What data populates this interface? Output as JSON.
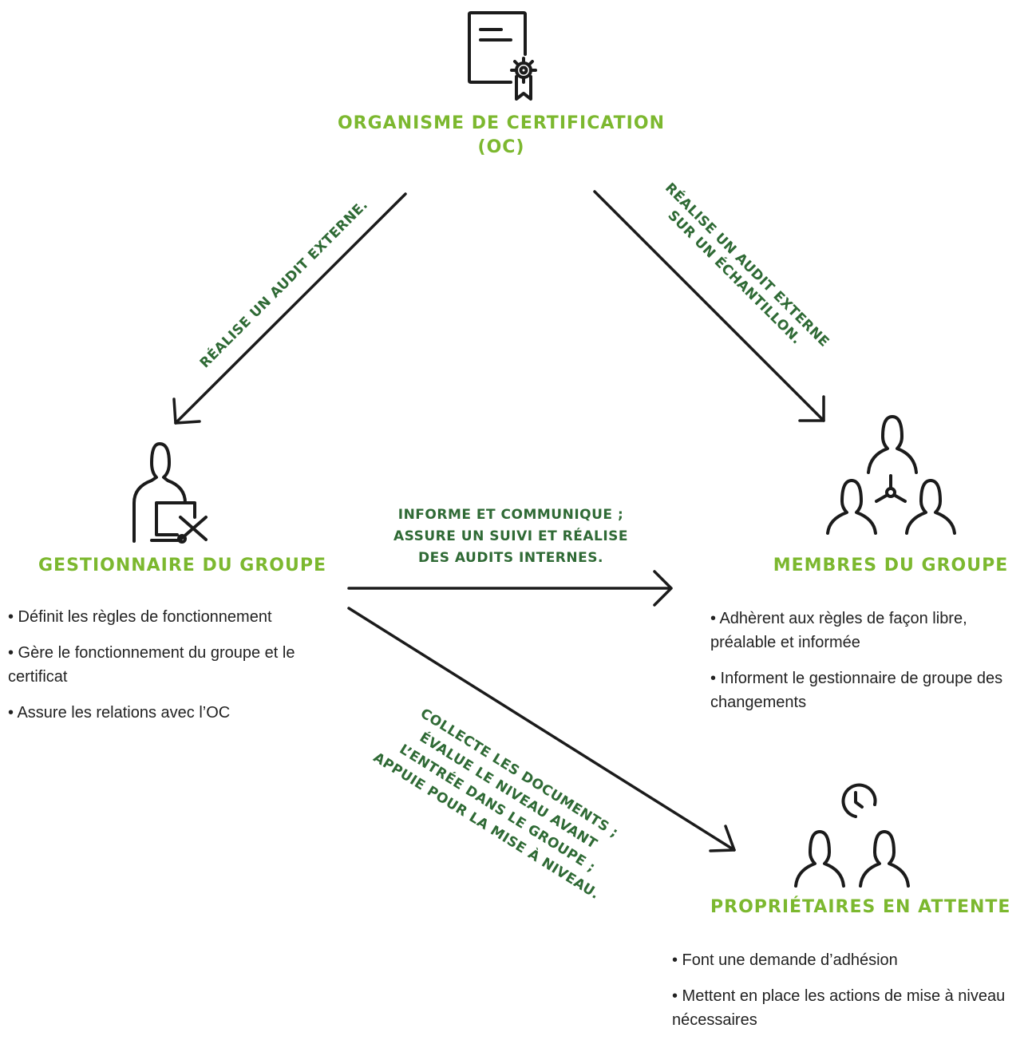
{
  "colors": {
    "title_green": "#7cb82f",
    "label_green": "#2f6a35",
    "stroke": "#1b1b1b",
    "body_text": "#222222"
  },
  "nodes": {
    "oc": {
      "icon": "certificate-icon",
      "title_line1": "ORGANISME DE CERTIFICATION",
      "title_line2": "(OC)"
    },
    "manager": {
      "icon": "manager-tools-icon",
      "title": "GESTIONNAIRE DU GROUPE",
      "bullets": [
        "• Définit les règles de fonctionnement",
        "• Gère le fonctionnement du groupe et le certificat",
        "• Assure les relations avec l’OC"
      ]
    },
    "members": {
      "icon": "group-network-icon",
      "title": "MEMBRES DU GROUPE",
      "bullets": [
        "• Adhèrent aux règles de façon libre, préalable et informée",
        "• Informent le gestionnaire de groupe des changements"
      ]
    },
    "pending": {
      "icon": "pending-owners-clock-icon",
      "title": "PROPRIÉTAIRES EN ATTENTE",
      "bullets": [
        "• Font une demande d’adhésion",
        "• Mettent en place les actions de mise à niveau nécessaires"
      ]
    }
  },
  "relations": {
    "oc_to_manager": [
      "RÉALISE UN AUDIT EXTERNE."
    ],
    "oc_to_members": [
      "RÉALISE UN AUDIT EXTERNE",
      "SUR UN ÉCHANTILLON."
    ],
    "manager_to_members": [
      "INFORME ET COMMUNIQUE ;",
      "ASSURE UN SUIVI ET RÉALISE",
      "DES AUDITS INTERNES."
    ],
    "manager_to_pending": [
      "COLLECTE LES DOCUMENTS ;",
      "ÉVALUE LE NIVEAU AVANT",
      "L’ENTRÉE DANS LE GROUPE ;",
      "APPUIE POUR LA MISE À NIVEAU."
    ]
  }
}
